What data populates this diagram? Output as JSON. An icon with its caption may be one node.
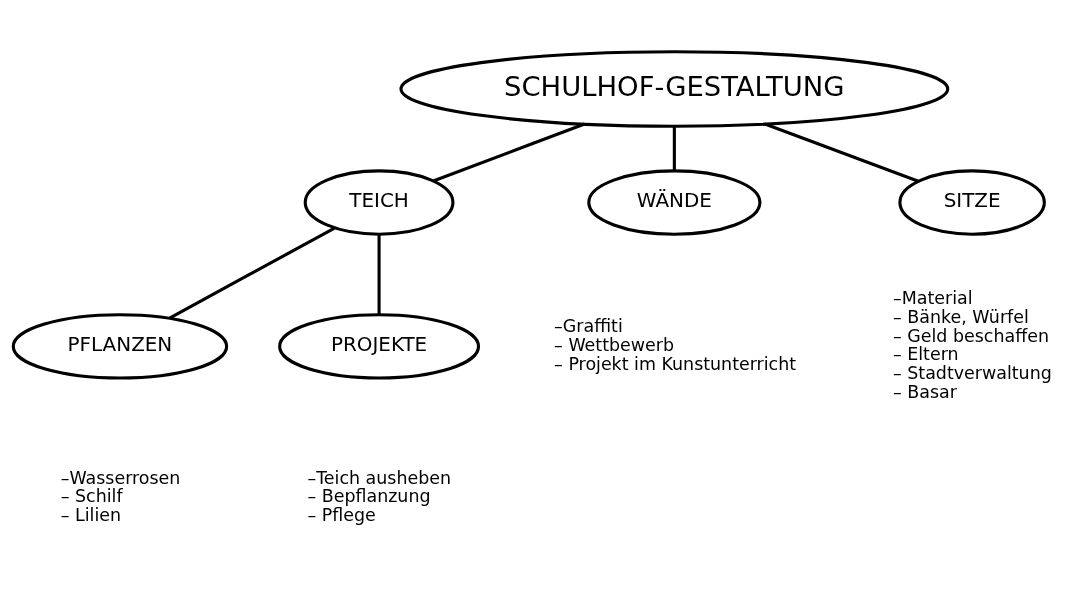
{
  "diagram": {
    "nodes": [
      {
        "text": [
          "SCHULHOF-GESTALTUNG"
        ]
      },
      {
        "text": [
          "TEICH"
        ]
      },
      {
        "text": [
          "PFLANZEN"
        ],
        "beside": [
          "–Wasserrosen",
          "– Schilf",
          "– Lilien"
        ]
      },
      {
        "text": [
          "PROJEKTE"
        ],
        "beside": [
          "–Teich ausheben",
          "– Bepflanzung",
          "– Pflege"
        ]
      },
      {
        "text": [
          "WÄNDE"
        ],
        "beside": [
          "–Graffiti",
          "– Wettbewerb",
          "– Projekt im Kunstunterricht"
        ]
      },
      {
        "text": [
          "SITZE"
        ],
        "beside": [
          "–Material",
          "– Bänke, Würfel",
          "– Geld beschaffen",
          "– Eltern",
          "– Stadtverwaltung",
          "– Basar"
        ]
      }
    ],
    "edges": [
      {
        "from": 0,
        "to": 1,
        "arrow": "none"
      },
      {
        "from": 1,
        "to": 2,
        "arrow": "none"
      },
      {
        "from": 1,
        "to": 3,
        "arrow": "none"
      },
      {
        "from": 0,
        "to": 4,
        "arrow": "none"
      },
      {
        "from": 0,
        "to": 5,
        "arrow": "none"
      }
    ]
  }
}
